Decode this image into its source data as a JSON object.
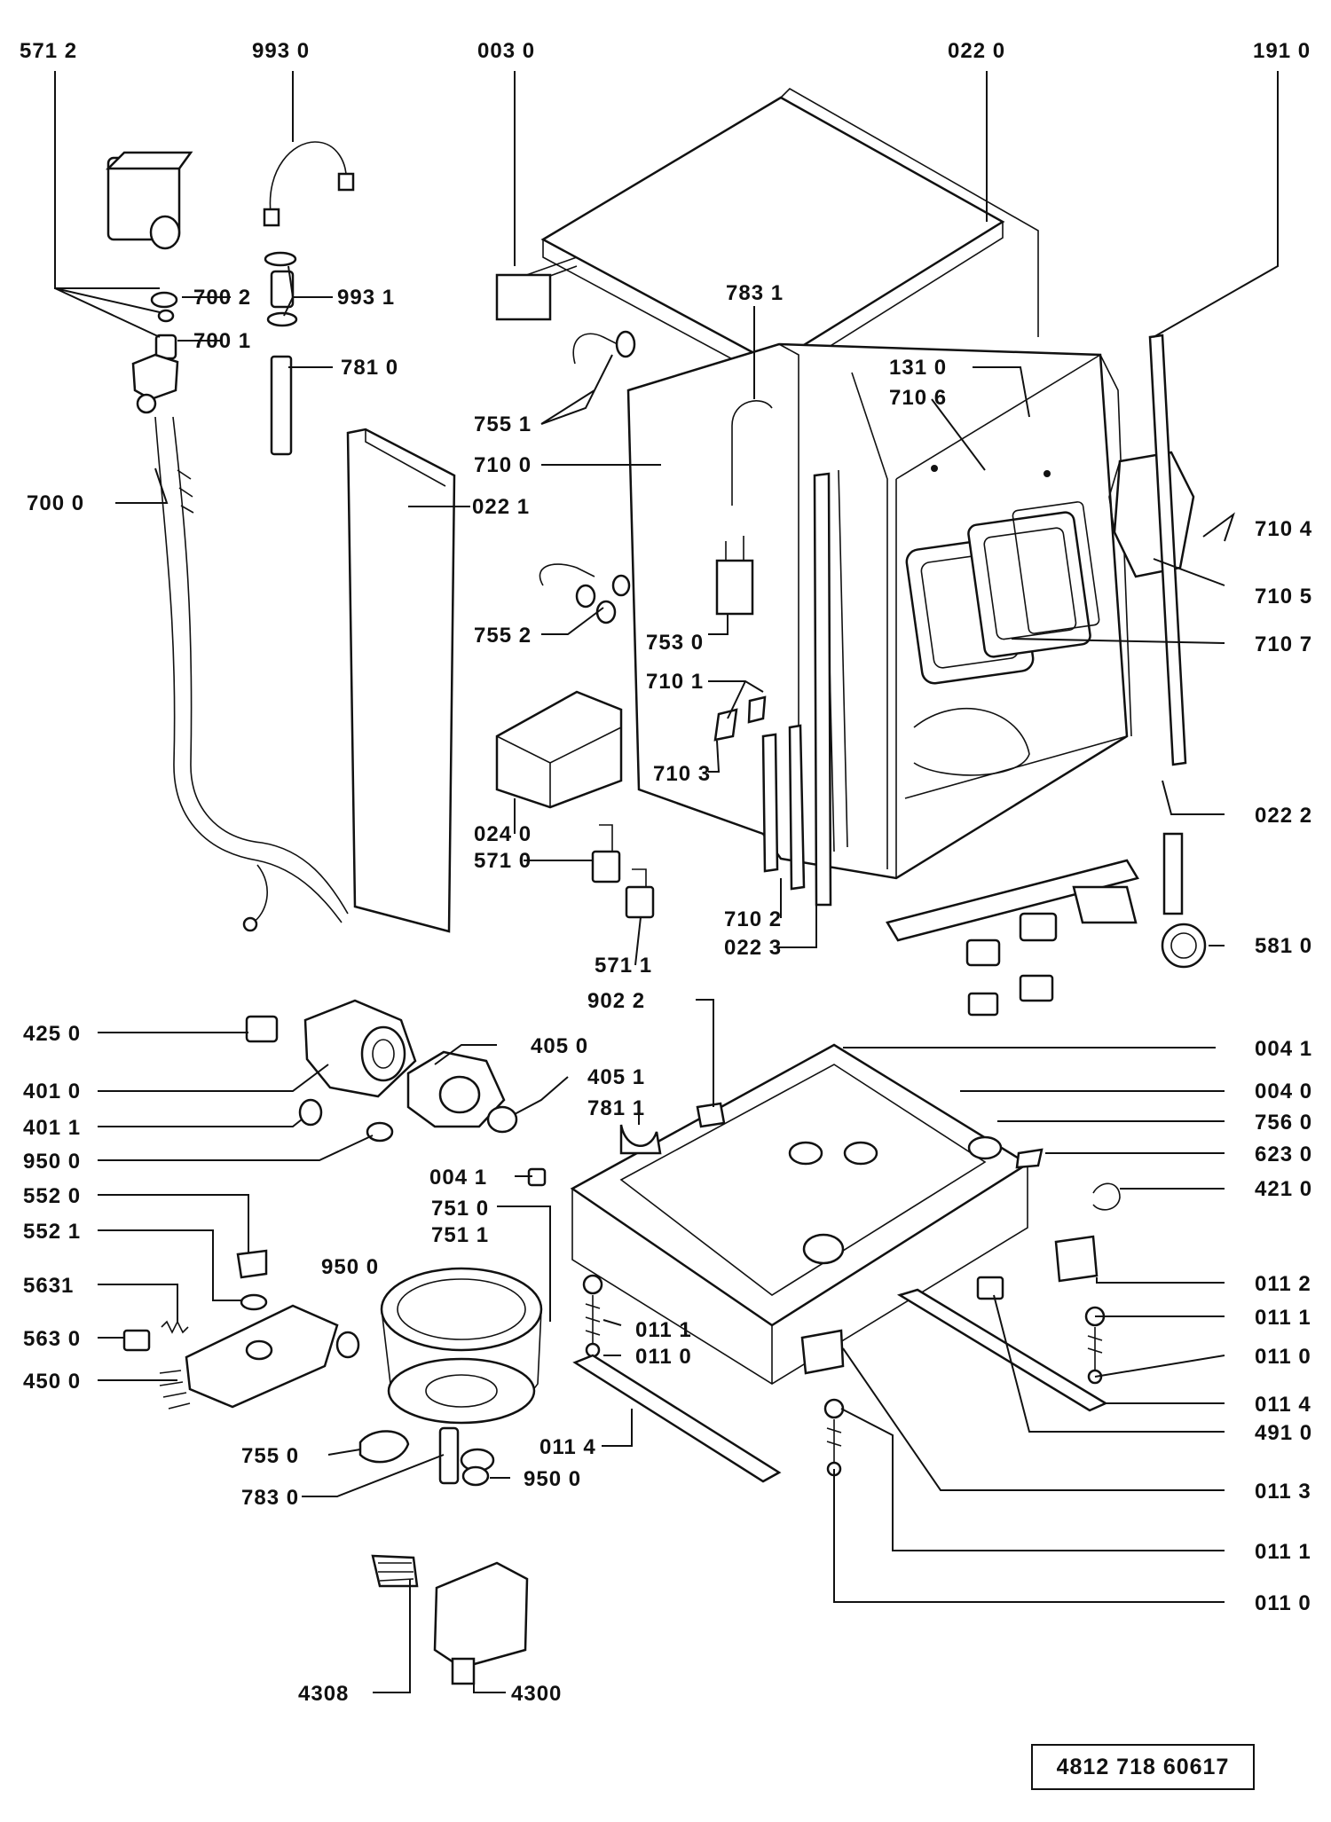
{
  "labels": {
    "571_2": "571 2",
    "993_0": "993 0",
    "003_0": "003 0",
    "022_0": "022 0",
    "191_0": "191 0",
    "700_2": "700 2",
    "993_1": "993 1",
    "783_1": "783 1",
    "700_1": "700 1",
    "781_0": "781 0",
    "131_0": "131 0",
    "710_6": "710 6",
    "755_1": "755 1",
    "710_0": "710 0",
    "700_0": "700 0",
    "022_1": "022 1",
    "710_4": "710 4",
    "710_5": "710 5",
    "755_2": "755 2",
    "753_0": "753 0",
    "710_7": "710 7",
    "710_1": "710 1",
    "710_3": "710 3",
    "024_0": "024 0",
    "571_0": "571 0",
    "022_2": "022 2",
    "710_2": "710 2",
    "022_3": "022 3",
    "571_1": "571 1",
    "581_0": "581 0",
    "902_2": "902 2",
    "425_0": "425 0",
    "405_0": "405 0",
    "004_1a": "004 1",
    "401_0": "401 0",
    "405_1": "405 1",
    "004_0": "004 0",
    "781_1": "781 1",
    "401_1": "401 1",
    "756_0": "756 0",
    "950_0a": "950 0",
    "623_0": "623 0",
    "004_1b": "004 1",
    "552_0": "552 0",
    "751_0": "751 0",
    "421_0": "421 0",
    "751_1": "751 1",
    "552_1": "552 1",
    "950_0b": "950 0",
    "011_2": "011 2",
    "563_1": "5631",
    "011_1a": "011 1",
    "011_1b": "011 1",
    "563_0": "563 0",
    "011_0a": "011 0",
    "011_0b": "011 0",
    "450_0": "450 0",
    "011_4a": "011 4",
    "491_0": "491 0",
    "755_0": "755 0",
    "011_4b": "011 4",
    "783_0": "783 0",
    "950_0c": "950 0",
    "011_3": "011 3",
    "011_1c": "011 1",
    "011_0c": "011 0",
    "430_8": "4308",
    "430_0": "4300"
  },
  "document_number": "4812  718  60617"
}
